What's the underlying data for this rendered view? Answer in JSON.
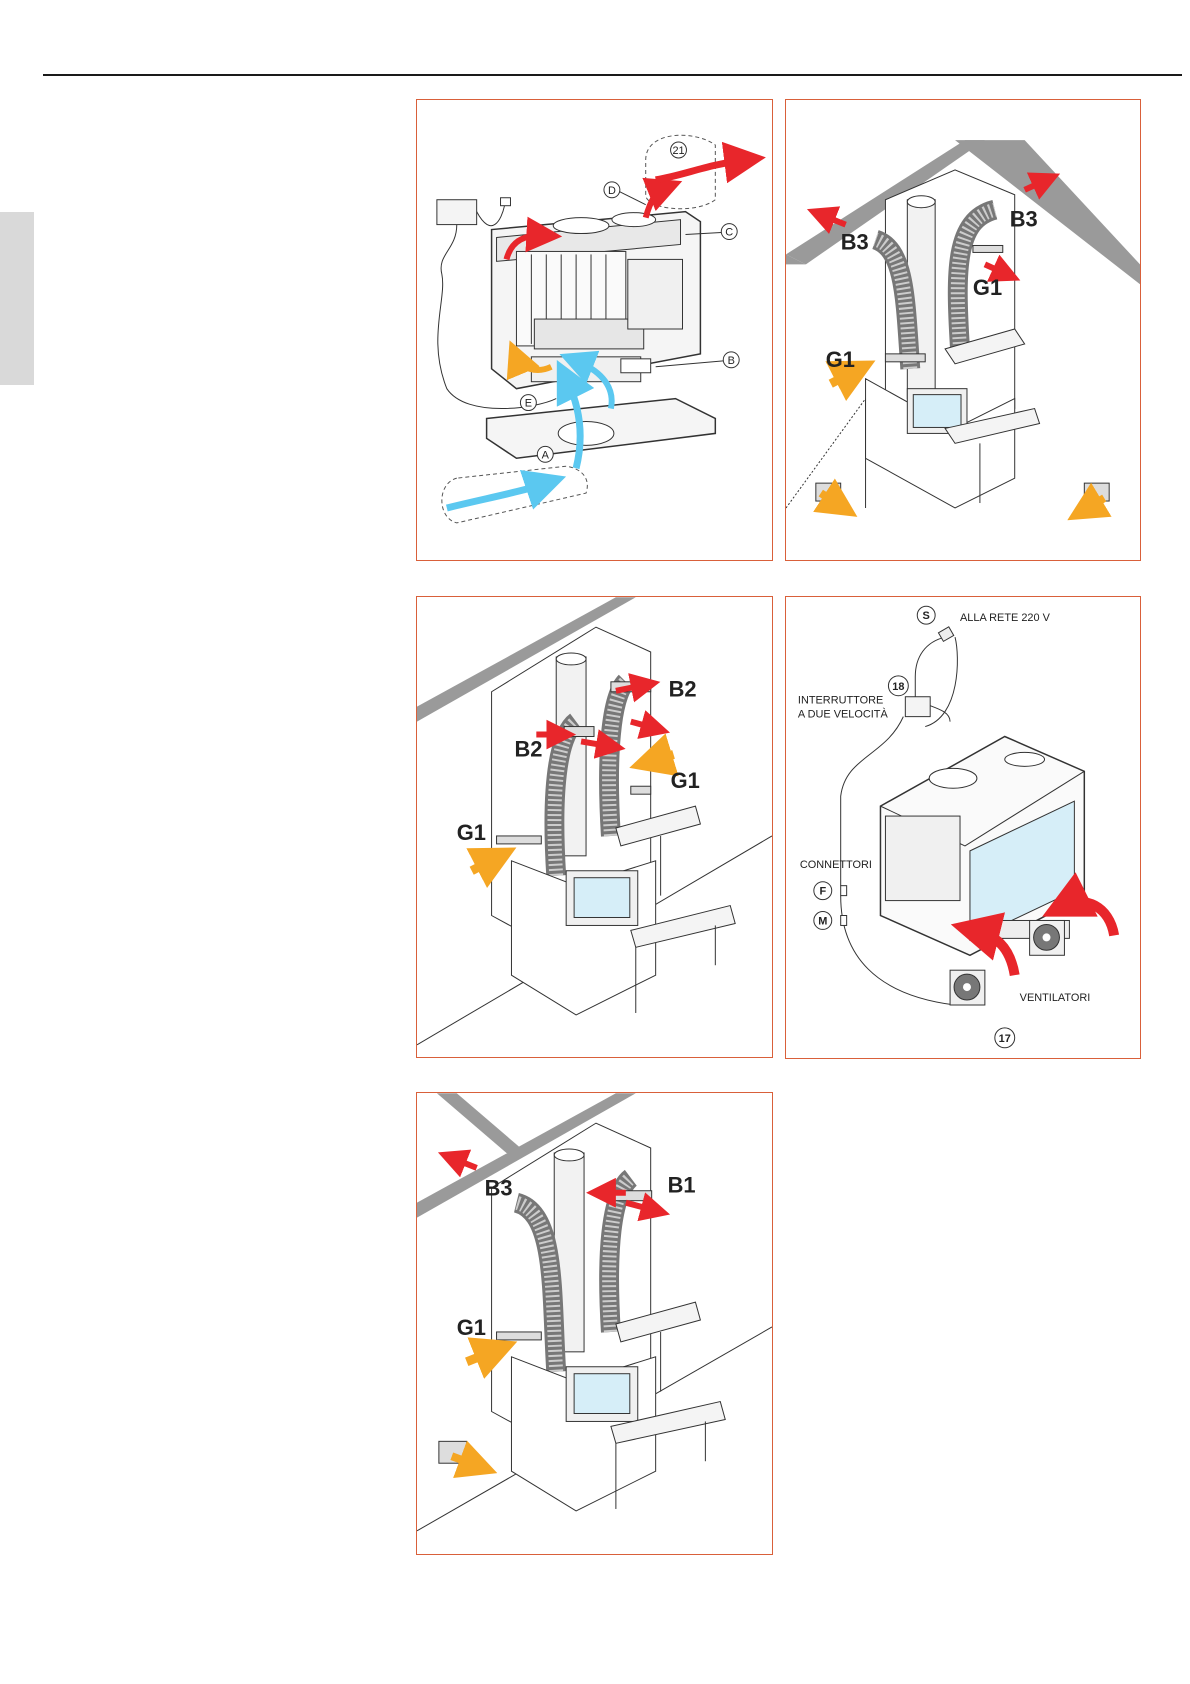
{
  "page": {
    "accent_color": "#d9603a",
    "tab_color": "#d9d9d9"
  },
  "fig1": {
    "labels": {
      "a": "A",
      "b": "B",
      "c": "C",
      "d": "D",
      "e": "E",
      "n21": "21"
    }
  },
  "fig2": {
    "labels": {
      "b3_left": "B3",
      "b3_right": "B3",
      "g1_left": "G1",
      "g1_right": "G1"
    }
  },
  "fig3": {
    "labels": {
      "b2_left": "B2",
      "b2_right": "B2",
      "g1_left": "G1",
      "g1_right": "G1"
    }
  },
  "fig4": {
    "labels": {
      "s": "S",
      "alla_rete": "ALLA RETE 220 V",
      "n18": "18",
      "interruttore_1": "INTERRUTTORE",
      "interruttore_2": "A DUE VELOCITÀ",
      "connettori": "CONNETTORI",
      "f": "F",
      "m": "M",
      "ventilatori": "VENTILATORI",
      "n17": "17"
    }
  },
  "fig5": {
    "labels": {
      "b3": "B3",
      "b1": "B1",
      "g1": "G1"
    }
  },
  "colors": {
    "hot_air": "#e8262b",
    "cold_air": "#5bc8f0",
    "fresh_air": "#f5a623",
    "wall": "#9a9a9a",
    "glass": "#d6eef8"
  }
}
